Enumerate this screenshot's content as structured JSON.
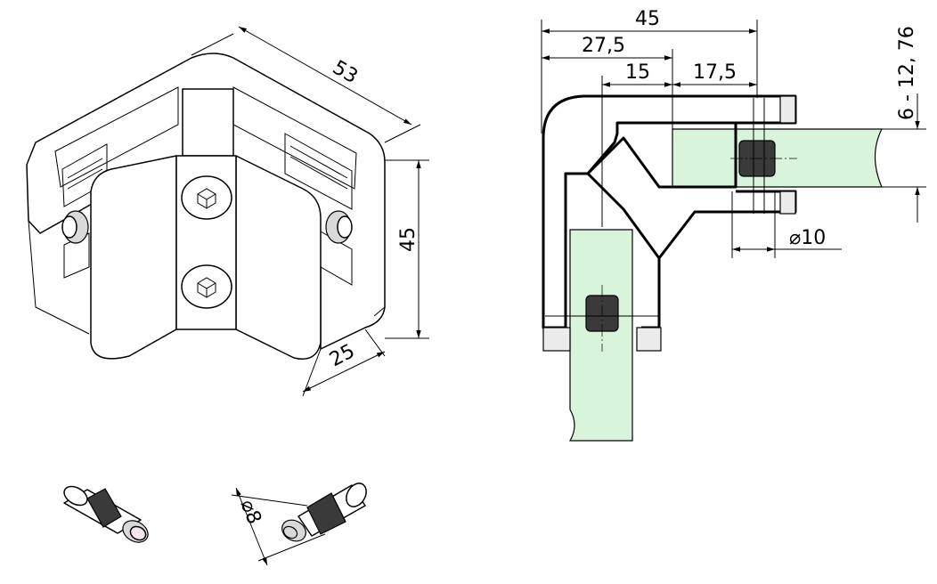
{
  "colors": {
    "glass": "#d8f5dc",
    "bushing": "#3a3a3a",
    "line": "#000000",
    "background": "#ffffff"
  },
  "isometric_view": {
    "dim_width": "53",
    "dim_height": "45",
    "dim_depth": "25"
  },
  "section_view": {
    "dim_overall": "45",
    "dim_outer_to_glass": "27,5",
    "dim_inner": "15",
    "dim_clamp": "17,5",
    "dim_glass_thickness": "6 - 12, 76",
    "dim_bushing_diameter": "⌀10"
  },
  "pin_view": {
    "dim_pin_diameter": "⌀8"
  }
}
